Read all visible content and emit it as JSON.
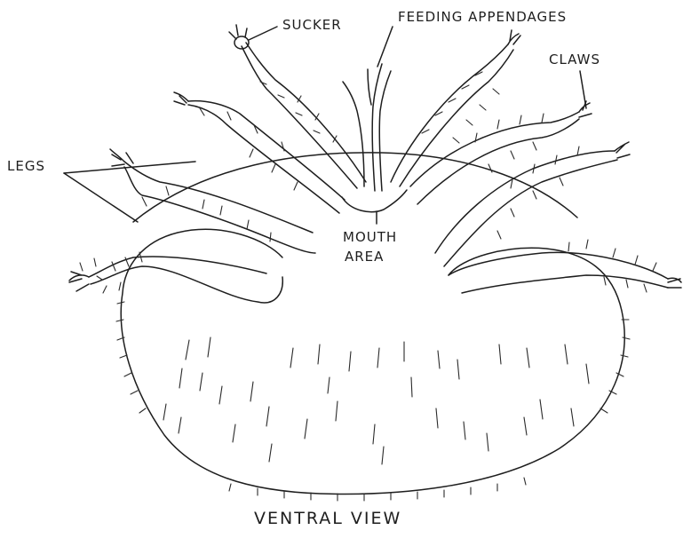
{
  "labels": {
    "sucker": "SUCKER",
    "feeding_appendages": "FEEDING APPENDAGES",
    "claws": "CLAWS",
    "legs": "LEGS",
    "mouth_area_line1": "MOUTH",
    "mouth_area_line2": "AREA"
  },
  "caption": "VENTRAL VIEW",
  "colors": {
    "ink": "#1e1e1e",
    "background": "#ffffff"
  }
}
